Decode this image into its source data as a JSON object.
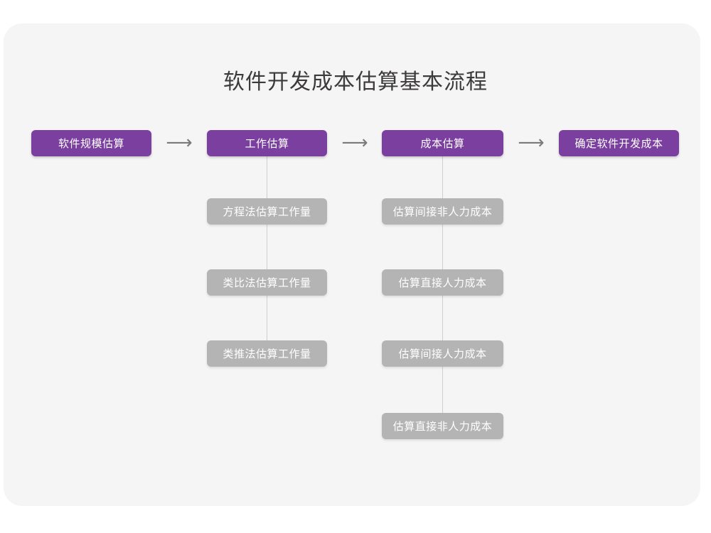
{
  "diagram": {
    "title": "软件开发成本估算基本流程",
    "title_color": "#3c3a3a",
    "background_color": "#f5f5f5",
    "page_background_color": "#ffffff",
    "primary_node_color": "#7b3fa0",
    "secondary_node_color": "#b4b4b4",
    "node_text_color": "#ffffff",
    "connector_color": "#cfcfcf",
    "arrow_color": "#7a7a7a",
    "arrow_glyph": "⟶",
    "stages": [
      {
        "label": "软件规模估算",
        "substeps": []
      },
      {
        "label": "工作估算",
        "substeps": [
          "方程法估算工作量",
          "类比法估算工作量",
          "类推法估算工作量"
        ]
      },
      {
        "label": "成本估算",
        "substeps": [
          "估算间接非人力成本",
          "估算直接人力成本",
          "估算间接人力成本",
          "估算直接非人力成本"
        ]
      },
      {
        "label": "确定软件开发成本",
        "substeps": []
      }
    ]
  }
}
